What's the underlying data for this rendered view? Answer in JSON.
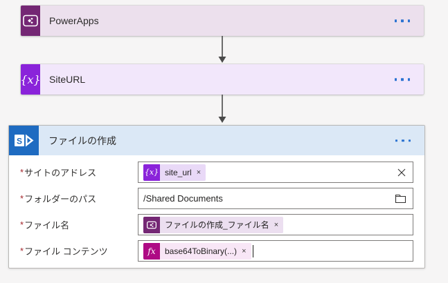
{
  "colors": {
    "powerapps_brand": "#742774",
    "variable_brand": "#8a23da",
    "sharepoint_brand": "#1e6bc1",
    "expression_brand": "#ae0a84",
    "card_header_bg": "#dbe8f6",
    "trigger_strip_bg": "#ece0ed",
    "variable_strip_bg": "#f2e7fb",
    "menu_dots": "#2b73d2",
    "required_mark_color": "#a4262c"
  },
  "icons": {
    "sharepoint_glyph": "S",
    "variable_glyph": "{x}",
    "expression_glyph": "fx"
  },
  "nodes": {
    "powerapps": {
      "label": "PowerApps"
    },
    "siteurl": {
      "label": "SiteURL",
      "icon_glyph": "{x}"
    },
    "create_file": {
      "title": "ファイルの作成",
      "fields": [
        {
          "required_mark": "*",
          "label": "サイトのアドレス",
          "token": {
            "glyph": "{x}",
            "text": "site_url",
            "dismiss": "×"
          }
        },
        {
          "required_mark": "*",
          "label": "フォルダーのパス",
          "value": "/Shared Documents"
        },
        {
          "required_mark": "*",
          "label": "ファイル名",
          "token": {
            "text": "ファイルの作成_ファイル名",
            "dismiss": "×"
          }
        },
        {
          "required_mark": "*",
          "label": "ファイル コンテンツ",
          "token": {
            "glyph": "fx",
            "text": "base64ToBinary(...)",
            "dismiss": "×"
          }
        }
      ]
    }
  }
}
